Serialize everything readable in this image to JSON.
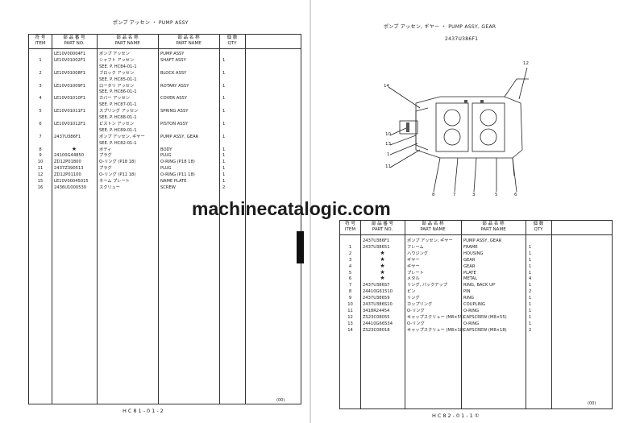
{
  "watermark": "machinecatalogic.com",
  "left": {
    "title_jp": "ポンプ アッセン",
    "title_sep": "・",
    "title_en": "PUMP ASSY",
    "headers": {
      "item_jp": "符 号",
      "item_en": "ITEM",
      "part_no_jp": "部 品 番 号",
      "part_no_en": "PART NO.",
      "name_jp_jp": "部 品 名 称",
      "name_jp_en": "PART NAME",
      "name_en_jp": "部 品 名 称",
      "name_en_en": "PART NAME",
      "qty_jp": "個 数",
      "qty_en": "QTY"
    },
    "rows": [
      {
        "item": "",
        "part": "LE10V00004F1",
        "jp": "ポンプ アッセン",
        "en": "PUMP ASSY",
        "qty": ""
      },
      {
        "item": "1",
        "part": "LE10V01002F1",
        "jp": "シャフト アッセン",
        "en": "SHAFT ASSY",
        "qty": "1"
      },
      {
        "item": "",
        "part": "",
        "jp": "SEE. P. HC84-01-1",
        "en": "",
        "qty": ""
      },
      {
        "item": "2",
        "part": "LE10V01008F1",
        "jp": "ブロック アッセン",
        "en": "BLOCK ASSY",
        "qty": "1"
      },
      {
        "item": "",
        "part": "",
        "jp": "SEE. P. HC85-01-1",
        "en": "",
        "qty": ""
      },
      {
        "item": "3",
        "part": "LE10V01009F1",
        "jp": "ロータリ アッセン",
        "en": "ROTARY ASSY",
        "qty": "1"
      },
      {
        "item": "",
        "part": "",
        "jp": "SEE. P. HC86-01-1",
        "en": "",
        "qty": ""
      },
      {
        "item": "4",
        "part": "LE10V01010F1",
        "jp": "カバー アッセン",
        "en": "COVER ASSY",
        "qty": "1"
      },
      {
        "item": "",
        "part": "",
        "jp": "SEE. P. HC87-01-1",
        "en": "",
        "qty": ""
      },
      {
        "item": "5",
        "part": "LE10V01011F1",
        "jp": "スプリング アッセン",
        "en": "SPRING ASSY",
        "qty": "1"
      },
      {
        "item": "",
        "part": "",
        "jp": "SEE. P. HC88-01-1",
        "en": "",
        "qty": ""
      },
      {
        "item": "6",
        "part": "LE10V01012F1",
        "jp": "ピストン アッセン",
        "en": "PISTON ASSY",
        "qty": "1"
      },
      {
        "item": "",
        "part": "",
        "jp": "SEE. P. HC89-01-1",
        "en": "",
        "qty": ""
      },
      {
        "item": "7",
        "part": "2437U386F1",
        "jp": "ポンプ アッセン, ギヤー",
        "en": "PUMP ASSY, GEAR",
        "qty": "1"
      },
      {
        "item": "",
        "part": "",
        "jp": "SEE. P. HC82-01-1",
        "en": "",
        "qty": ""
      },
      {
        "item": "8",
        "part": "★",
        "jp": "ボディ",
        "en": "BODY",
        "qty": "1"
      },
      {
        "item": "9",
        "part": "24100G44850",
        "jp": "プラグ",
        "en": "PLUG",
        "qty": "1"
      },
      {
        "item": "10",
        "part": "ZD12P01800",
        "jp": "O-リング (P18 18)",
        "en": "O-RING (P18 18)",
        "qty": "1"
      },
      {
        "item": "11",
        "part": "2437Z390513",
        "jp": "プラグ",
        "en": "PLUG",
        "qty": "1"
      },
      {
        "item": "12",
        "part": "ZD12P01100",
        "jp": "O-リング (P11 18)",
        "en": "O-RING (P11 18)",
        "qty": "1"
      },
      {
        "item": "15",
        "part": "LE10V00045015",
        "jp": "ネーム プレート",
        "en": "NAME PLATE",
        "qty": "1"
      },
      {
        "item": "16",
        "part": "2436U1000530",
        "jp": "スクリュー",
        "en": "SCREW",
        "qty": "2"
      }
    ],
    "footer_marker": "(00)",
    "footer": "HC81-01-2"
  },
  "right": {
    "title_jp": "ポンプ アッセン, ギヤー",
    "title_sep": "・",
    "title_en": "PUMP ASSY, GEAR",
    "subtitle": "2437U386F1",
    "callouts": [
      "14",
      "10",
      "13",
      "1",
      "11",
      "12",
      "8",
      "7",
      "3",
      "5",
      "6"
    ],
    "headers": {
      "item_jp": "符 号",
      "item_en": "ITEM",
      "part_no_jp": "部 品 番 号",
      "part_no_en": "PART NO.",
      "name_jp_jp": "部 品 名 称",
      "name_jp_en": "PART NAME",
      "name_en_jp": "部 品 名 称",
      "name_en_en": "PART NAME",
      "qty_jp": "個 数",
      "qty_en": "QTY"
    },
    "rows": [
      {
        "item": "",
        "part": "2437U386F1",
        "jp": "ポンプ アッセン, ギヤー",
        "en": "PUMP ASSY, GEAR",
        "qty": ""
      },
      {
        "item": "1",
        "part": "2437U38651",
        "jp": "フレーム",
        "en": "FRAME",
        "qty": "1"
      },
      {
        "item": "2",
        "part": "★",
        "jp": "ハウジング",
        "en": "HOUSING",
        "qty": "1"
      },
      {
        "item": "3",
        "part": "★",
        "jp": "ギヤー",
        "en": "GEAR",
        "qty": "1"
      },
      {
        "item": "4",
        "part": "★",
        "jp": "ギヤー",
        "en": "GEAR",
        "qty": "1"
      },
      {
        "item": "5",
        "part": "★",
        "jp": "プレート",
        "en": "PLATE",
        "qty": "1"
      },
      {
        "item": "6",
        "part": "★",
        "jp": "メタル",
        "en": "METAL",
        "qty": "4"
      },
      {
        "item": "7",
        "part": "2437U386S7",
        "jp": "リング, バックアップ",
        "en": "RING, BACK UP",
        "qty": "1"
      },
      {
        "item": "8",
        "part": "24410G61510",
        "jp": "ピン",
        "en": "PIN",
        "qty": "2"
      },
      {
        "item": "9",
        "part": "2437U38659",
        "jp": "リング",
        "en": "RING",
        "qty": "1"
      },
      {
        "item": "10",
        "part": "2437U386S10",
        "jp": "カップリング",
        "en": "COUPLING",
        "qty": "1"
      },
      {
        "item": "11",
        "part": "3418R24454",
        "jp": "O-リング",
        "en": "O-RING",
        "qty": "1"
      },
      {
        "item": "12",
        "part": "ZS23C08055",
        "jp": "キャップスクリュー (M8×55)",
        "en": "CAPSCREW (M8×55)",
        "qty": "1"
      },
      {
        "item": "13",
        "part": "24410G66534",
        "jp": "O-リング",
        "en": "O-RING",
        "qty": "1"
      },
      {
        "item": "14",
        "part": "ZS23C08018",
        "jp": "キャップスクリュー (M8×18)",
        "en": "CAPSCREW (M8×18)",
        "qty": "2"
      }
    ],
    "footer_marker": "(00)",
    "footer": "HC82-01-1①"
  }
}
